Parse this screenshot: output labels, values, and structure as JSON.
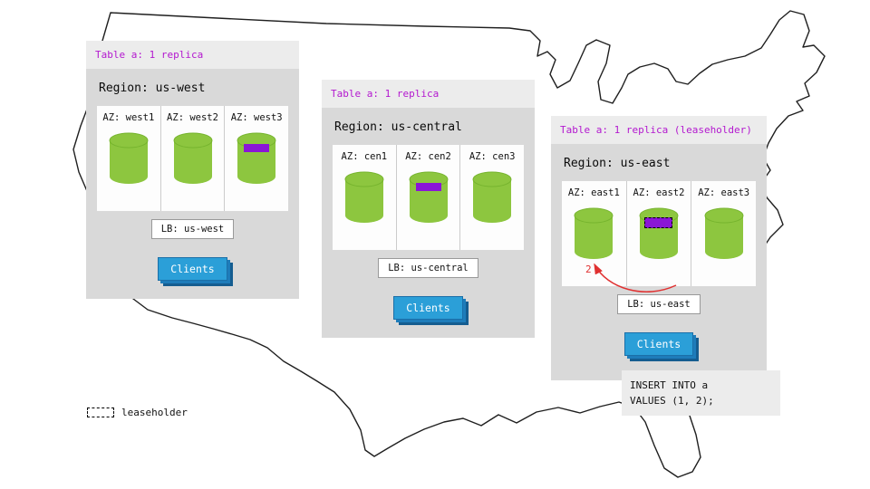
{
  "legend": {
    "label": "leaseholder"
  },
  "insert_note": {
    "lines": [
      "INSERT INTO a",
      "VALUES (1, 2);"
    ]
  },
  "panels": [
    {
      "title": "Table a: 1 replica",
      "region_label": "Region: us-west",
      "lb_label": "LB: us-west",
      "clients_label": "Clients",
      "azs": [
        {
          "label": "AZ: west1",
          "replica": false,
          "leaseholder": false
        },
        {
          "label": "AZ: west2",
          "replica": false,
          "leaseholder": false
        },
        {
          "label": "AZ: west3",
          "replica": true,
          "leaseholder": false
        }
      ]
    },
    {
      "title": "Table a: 1 replica",
      "region_label": "Region: us-central",
      "lb_label": "LB: us-central",
      "clients_label": "Clients",
      "azs": [
        {
          "label": "AZ: cen1",
          "replica": false,
          "leaseholder": false
        },
        {
          "label": "AZ: cen2",
          "replica": true,
          "leaseholder": false
        },
        {
          "label": "AZ: cen3",
          "replica": false,
          "leaseholder": false
        }
      ]
    },
    {
      "title": "Table a: 1 replica (leaseholder)",
      "region_label": "Region: us-east",
      "lb_label": "LB: us-east",
      "clients_label": "Clients",
      "arrow_step_label": "2",
      "azs": [
        {
          "label": "AZ: east1",
          "replica": false,
          "leaseholder": false
        },
        {
          "label": "AZ: east2",
          "replica": false,
          "leaseholder": true
        },
        {
          "label": "AZ: east3",
          "replica": false,
          "leaseholder": false
        }
      ]
    }
  ],
  "colors": {
    "title_text": "#b318cf",
    "replica_bar": "#8a16d6",
    "cylinder": "#8dc63f",
    "cylinder_edge": "#76b42e",
    "clients_button": "#2b9fd8",
    "arrow": "#e03131"
  }
}
